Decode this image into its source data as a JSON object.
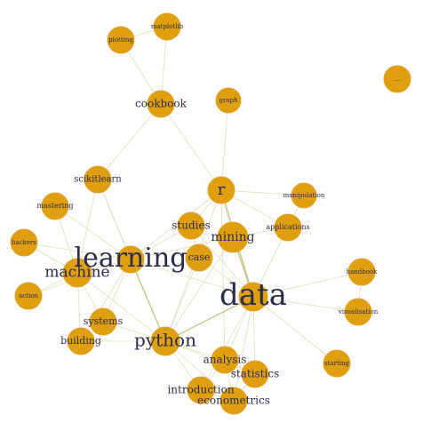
{
  "graph": {
    "node_color": "#E09F0E",
    "label_color": "#2B2D4A",
    "edge_color": "#DFE0B8",
    "nodes": [
      {
        "id": "plotting",
        "label": "plotting"
      },
      {
        "id": "matplotlib",
        "label": "matplotlib"
      },
      {
        "id": "cookbook",
        "label": "cookbook"
      },
      {
        "id": "graph",
        "label": "graph"
      },
      {
        "id": "isolated",
        "label": "..."
      },
      {
        "id": "scikitlearn",
        "label": "scikitlearn"
      },
      {
        "id": "r",
        "label": "r"
      },
      {
        "id": "manipulation",
        "label": "manipulation"
      },
      {
        "id": "mastering",
        "label": "mastering"
      },
      {
        "id": "studies",
        "label": "studies"
      },
      {
        "id": "mining",
        "label": "mining"
      },
      {
        "id": "applications",
        "label": "applications"
      },
      {
        "id": "hackers",
        "label": "hackers"
      },
      {
        "id": "learning",
        "label": "learning"
      },
      {
        "id": "case",
        "label": "case"
      },
      {
        "id": "handbook",
        "label": "handbook"
      },
      {
        "id": "machine",
        "label": "machine"
      },
      {
        "id": "action",
        "label": "action"
      },
      {
        "id": "data",
        "label": "data"
      },
      {
        "id": "visualisation",
        "label": "visualisation"
      },
      {
        "id": "systems",
        "label": "systems"
      },
      {
        "id": "python",
        "label": "python"
      },
      {
        "id": "building",
        "label": "building"
      },
      {
        "id": "analysis",
        "label": "analysis"
      },
      {
        "id": "starting",
        "label": "starting"
      },
      {
        "id": "statistics",
        "label": "statistics"
      },
      {
        "id": "introduction",
        "label": "introduction"
      },
      {
        "id": "econometrics",
        "label": "econometrics"
      }
    ],
    "edges": [
      [
        "plotting",
        "matplotlib"
      ],
      [
        "matplotlib",
        "cookbook"
      ],
      [
        "plotting",
        "cookbook"
      ],
      [
        "cookbook",
        "scikitlearn"
      ],
      [
        "cookbook",
        "r"
      ],
      [
        "graph",
        "r"
      ],
      [
        "r",
        "manipulation"
      ],
      [
        "r",
        "applications"
      ],
      [
        "r",
        "studies"
      ],
      [
        "r",
        "mining"
      ],
      [
        "r",
        "learning"
      ],
      [
        "r",
        "data"
      ],
      [
        "r",
        "python"
      ],
      [
        "r",
        "analysis"
      ],
      [
        "scikitlearn",
        "learning"
      ],
      [
        "scikitlearn",
        "machine"
      ],
      [
        "scikitlearn",
        "python"
      ],
      [
        "mastering",
        "learning"
      ],
      [
        "mastering",
        "machine"
      ],
      [
        "hackers",
        "learning"
      ],
      [
        "hackers",
        "machine"
      ],
      [
        "action",
        "machine"
      ],
      [
        "action",
        "learning"
      ],
      [
        "learning",
        "machine"
      ],
      [
        "learning",
        "python"
      ],
      [
        "learning",
        "data"
      ],
      [
        "learning",
        "studies"
      ],
      [
        "learning",
        "systems"
      ],
      [
        "learning",
        "building"
      ],
      [
        "learning",
        "mining"
      ],
      [
        "machine",
        "python"
      ],
      [
        "machine",
        "systems"
      ],
      [
        "machine",
        "building"
      ],
      [
        "studies",
        "case"
      ],
      [
        "studies",
        "data"
      ],
      [
        "case",
        "data"
      ],
      [
        "mining",
        "data"
      ],
      [
        "mining",
        "python"
      ],
      [
        "applications",
        "data"
      ],
      [
        "applications",
        "mining"
      ],
      [
        "data",
        "python"
      ],
      [
        "data",
        "handbook"
      ],
      [
        "data",
        "visualisation"
      ],
      [
        "data",
        "analysis"
      ],
      [
        "data",
        "statistics"
      ],
      [
        "data",
        "introduction"
      ],
      [
        "data",
        "econometrics"
      ],
      [
        "data",
        "manipulation"
      ],
      [
        "data",
        "starting"
      ],
      [
        "handbook",
        "visualisation"
      ],
      [
        "python",
        "analysis"
      ],
      [
        "python",
        "statistics"
      ],
      [
        "python",
        "introduction"
      ],
      [
        "python",
        "econometrics"
      ],
      [
        "python",
        "systems"
      ],
      [
        "python",
        "building"
      ],
      [
        "python",
        "case"
      ],
      [
        "analysis",
        "introduction"
      ],
      [
        "analysis",
        "econometrics"
      ],
      [
        "analysis",
        "statistics"
      ],
      [
        "introduction",
        "econometrics"
      ],
      [
        "statistics",
        "econometrics"
      ]
    ],
    "strong_edges": [
      [
        "r",
        "data"
      ],
      [
        "learning",
        "python"
      ],
      [
        "mining",
        "data"
      ],
      [
        "data",
        "python"
      ]
    ]
  }
}
